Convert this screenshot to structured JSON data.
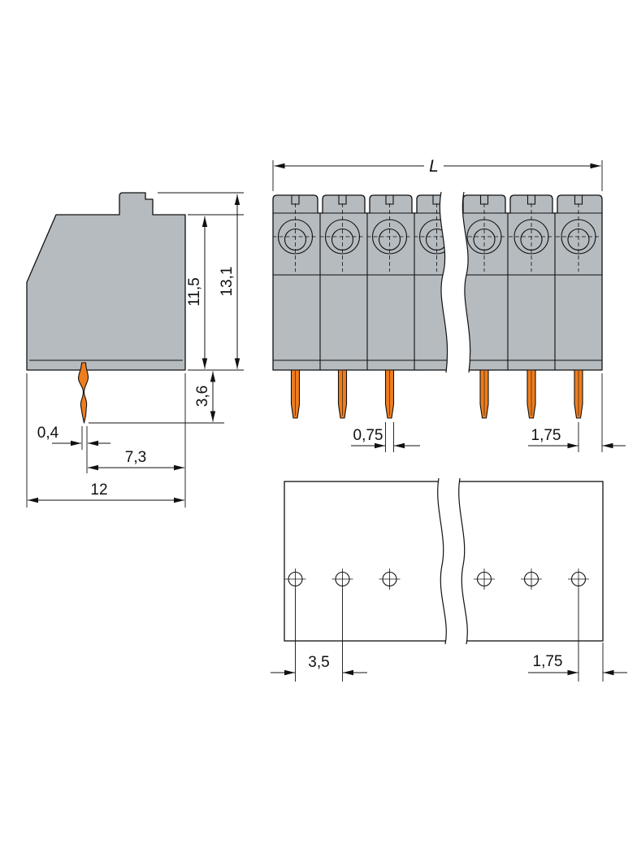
{
  "colors": {
    "body": "#b5bbbf",
    "pin": "#ee7d1d",
    "line": "#111111",
    "bg": "#ffffff"
  },
  "side_view": {
    "height_upper": "11,5",
    "height_total": "13,1",
    "pin_length": "3,6",
    "pin_width": "0,4",
    "depth_inner": "7,3",
    "depth_total": "12"
  },
  "front_view": {
    "total_length": "L",
    "pin_width": "0,75",
    "edge_distance": "1,75"
  },
  "bottom_view": {
    "hole_pitch": "3,5",
    "edge_distance": "1,75"
  }
}
